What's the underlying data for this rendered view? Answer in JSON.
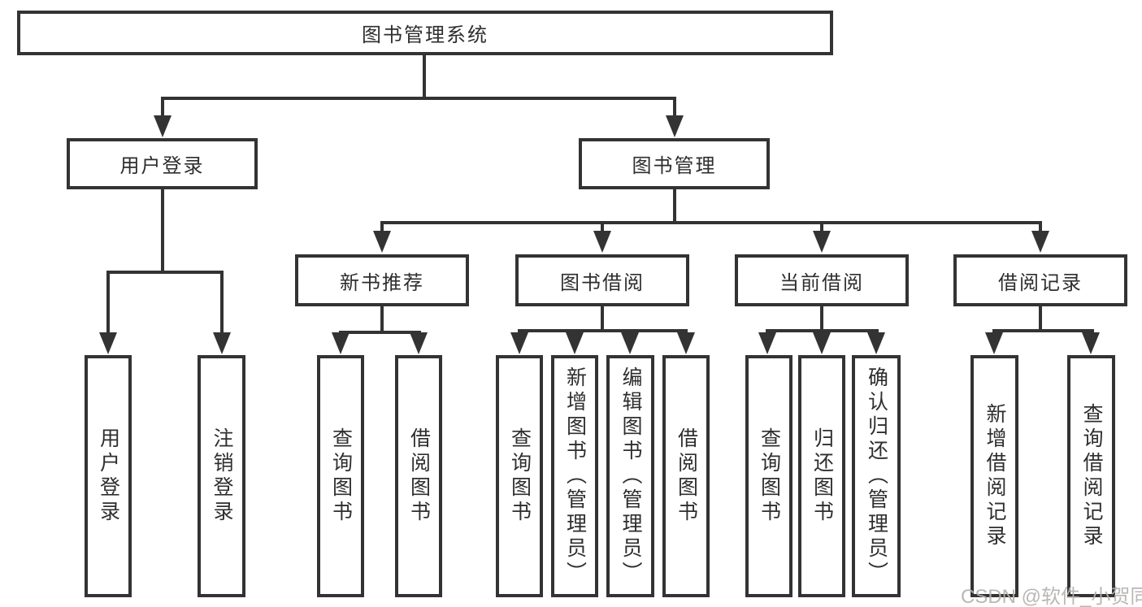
{
  "tree": {
    "root": {
      "label": "图书管理系统"
    },
    "level2": [
      {
        "label": "用户登录"
      },
      {
        "label": "图书管理"
      }
    ],
    "level3": [
      {
        "label": "新书推荐"
      },
      {
        "label": "图书借阅"
      },
      {
        "label": "当前借阅"
      },
      {
        "label": "借阅记录"
      }
    ],
    "leaves": {
      "user_login": [
        "用户登录",
        "注销登录"
      ],
      "new_book_recommend": [
        "查询图书",
        "借阅图书"
      ],
      "book_borrowing": [
        "查询图书",
        "新增图书（管理员）",
        "编辑图书（管理员）",
        "借阅图书"
      ],
      "current_borrowing": [
        "查询图书",
        "归还图书",
        "确认归还（管理员）"
      ],
      "borrowing_records": [
        "新增借阅记录",
        "查询借阅记录"
      ]
    }
  },
  "watermark": {
    "text": "CSDN @软件_小贺同学"
  },
  "colors": {
    "line": "#333333",
    "box_border": "#333333",
    "text": "#2e2e2e",
    "watermark": "#b5b0b0",
    "background": "#ffffff"
  }
}
